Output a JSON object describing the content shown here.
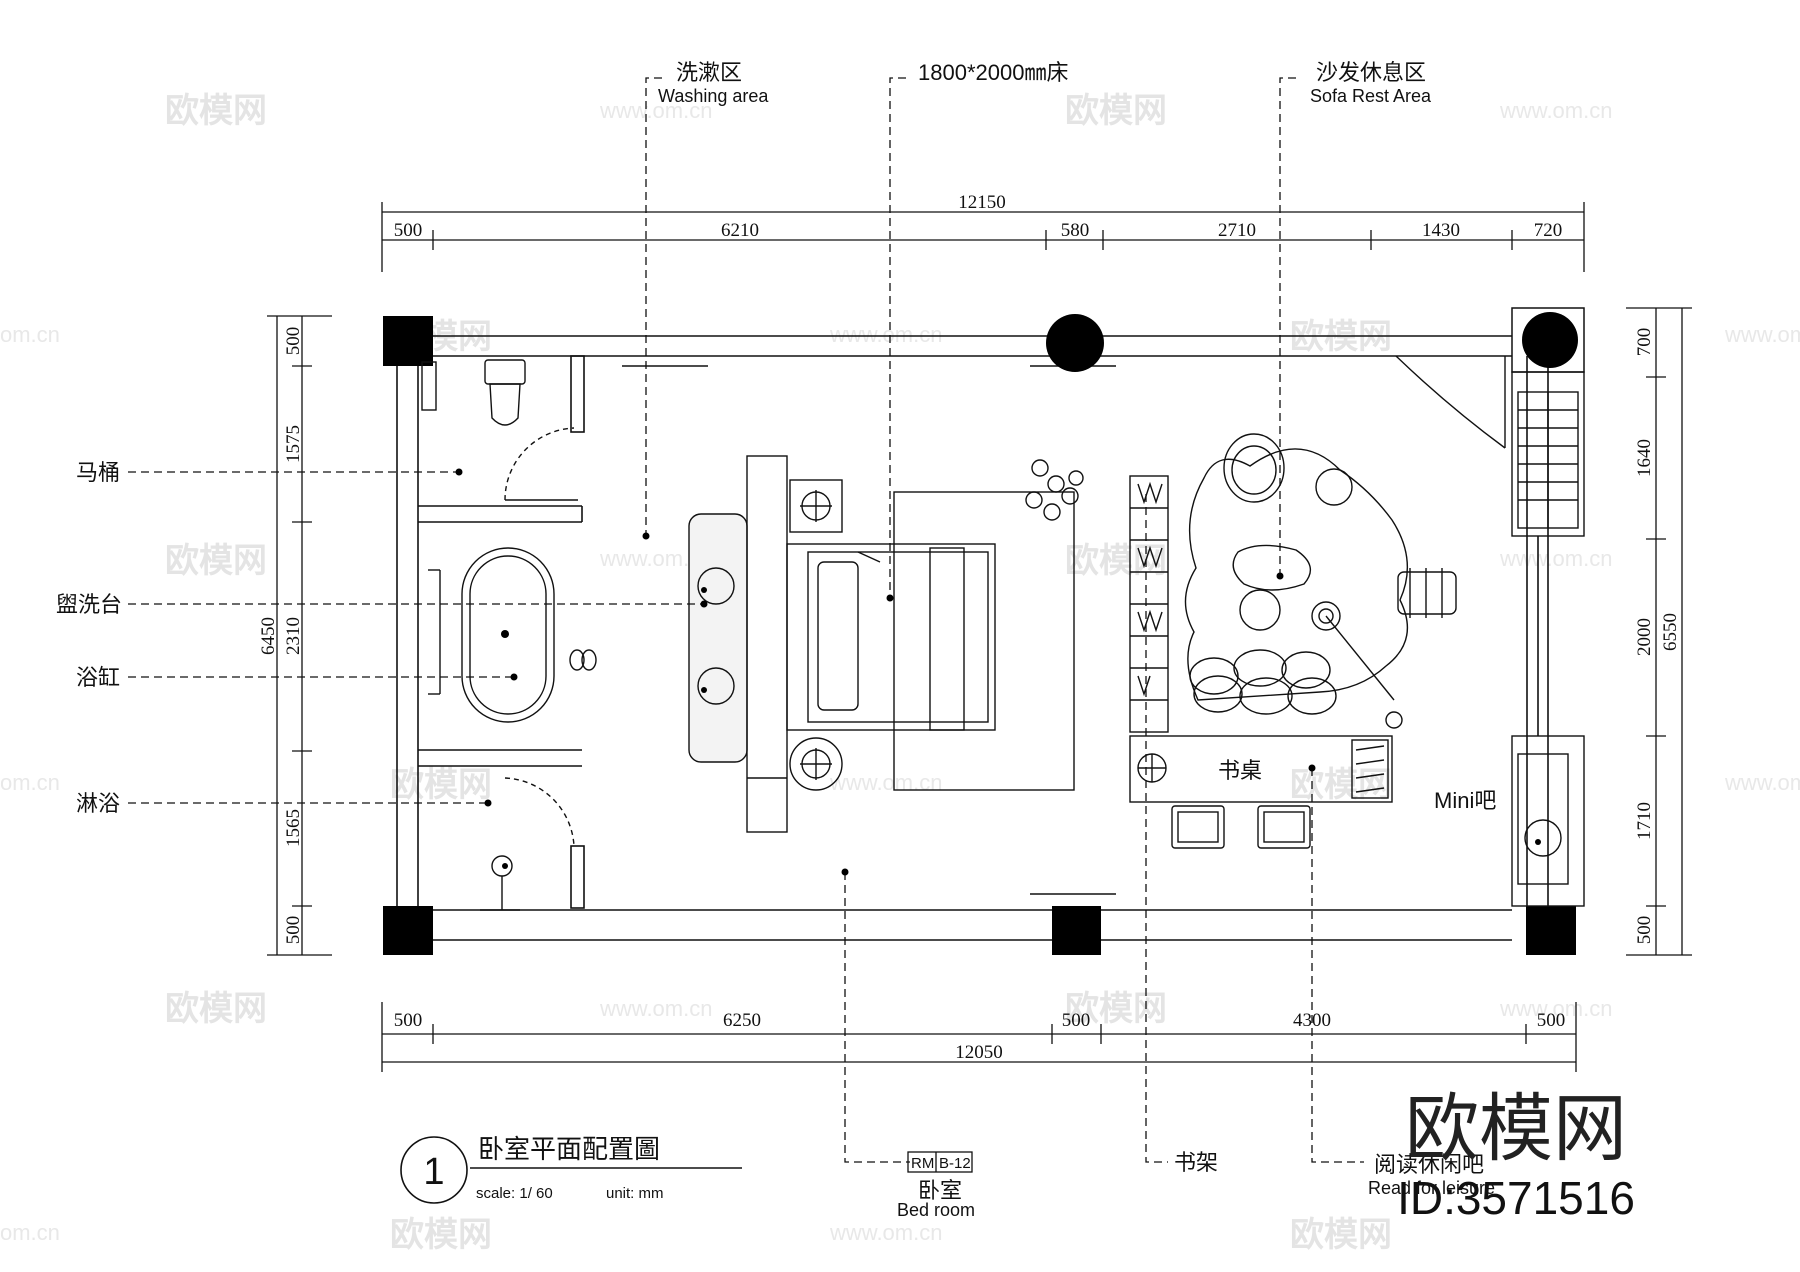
{
  "drawing": {
    "title": "卧室平面配置圖",
    "number": "1",
    "scale": "scale: 1/ 60",
    "unit": "unit: mm"
  },
  "callouts": {
    "washing_cn": "洗漱区",
    "washing_en": "Washing area",
    "bed": "1800*2000㎜床",
    "sofa_cn": "沙发休息区",
    "sofa_en": "Sofa Rest Area",
    "toilet": "马桶",
    "basin": "盥洗台",
    "bathtub": "浴缸",
    "shower": "淋浴",
    "room_code_a": "RM",
    "room_code_b": "B-12",
    "bedroom_cn": "卧室",
    "bedroom_en": "Bed room",
    "bookshelf": "书架",
    "reading_cn": "阅读休闲吧",
    "reading_en": "Read for leisure",
    "desk": "书桌",
    "minibar": "Mini吧"
  },
  "dimensions": {
    "top_total": "12150",
    "top": [
      "500",
      "6210",
      "580",
      "2710",
      "1430",
      "720"
    ],
    "bottom_total": "12050",
    "bottom": [
      "500",
      "6250",
      "500",
      "4300",
      "500"
    ],
    "left_total": "6450",
    "left": [
      "500",
      "1575",
      "2310",
      "1565",
      "500"
    ],
    "right_total": "6550",
    "right": [
      "700",
      "1640",
      "2000",
      "1710",
      "500"
    ]
  },
  "watermark": {
    "brand": "欧模网",
    "site": "www.om.cn",
    "site_short": "om.cn",
    "id": "ID:3571516"
  }
}
